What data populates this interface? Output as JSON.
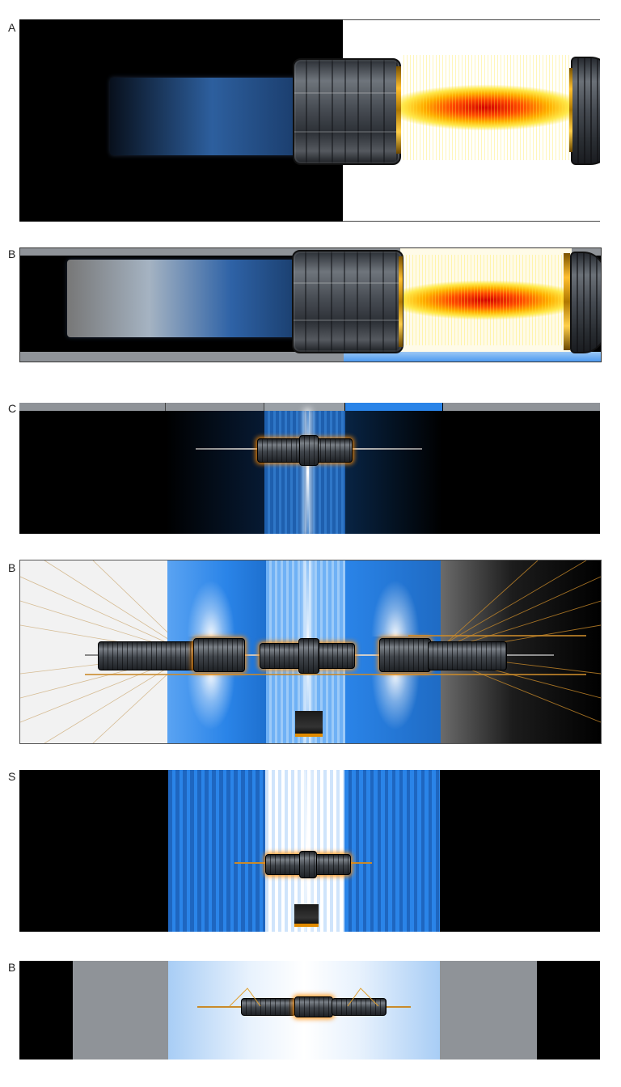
{
  "panels": [
    {
      "id": "A",
      "label": "A"
    },
    {
      "id": "B1",
      "label": "B"
    },
    {
      "id": "C",
      "label": "C"
    },
    {
      "id": "B2",
      "label": "B"
    },
    {
      "id": "S",
      "label": "S"
    },
    {
      "id": "B3",
      "label": "B"
    }
  ],
  "colors": {
    "background": "#ffffff",
    "space": "#000000",
    "beam_blue": "#2a84e8",
    "flame_core": "#d40000",
    "flame_outer": "#ffd000",
    "hull_gray": "#4a4f56",
    "accent_gold": "#ffb21e",
    "frame_gray": "#8f9398"
  }
}
